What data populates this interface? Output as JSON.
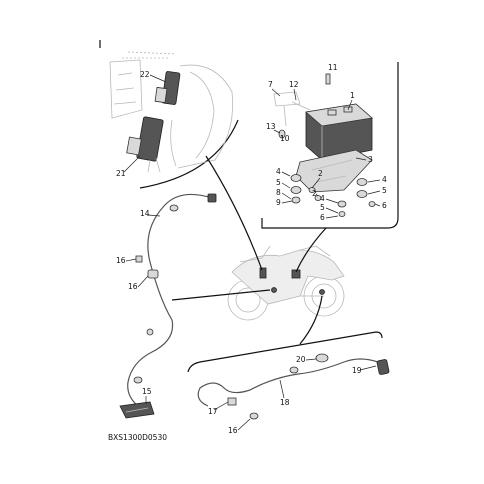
{
  "diagram": {
    "code": "BXS1300D0530",
    "callouts": {
      "c22": "22",
      "c21": "21",
      "c7": "7",
      "c12": "12",
      "c11": "11",
      "c1": "1",
      "c13": "13",
      "c10": "10",
      "c3": "3",
      "c4a": "4",
      "c5a": "5",
      "c8": "8",
      "c9": "9",
      "c2a": "2",
      "c2b": "2",
      "c4b": "4",
      "c5b": "5",
      "c6a": "6",
      "c4c": "4",
      "c5c": "5",
      "c6b": "6",
      "c14": "14",
      "c16a": "16",
      "c16b": "16",
      "c15": "15",
      "c20": "20",
      "c19": "19",
      "c17": "17",
      "c18": "18",
      "c16c": "16"
    }
  }
}
